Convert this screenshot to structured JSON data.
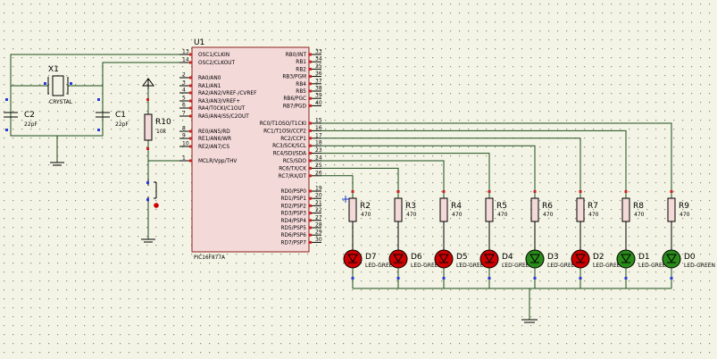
{
  "colors": {
    "background": "#f4f4e6",
    "grid_dot": "#8a8a70",
    "wire": "#1a4d1a",
    "chip_fill": "#f4d9d9",
    "chip_border": "#8b1f1f",
    "resistor_fill": "#f4d9d9",
    "led_red": "#cc0000",
    "led_green": "#2a8a1a",
    "pin_marker_blue": "#2a3ad8",
    "pin_marker_red": "#d02020"
  },
  "mcu": {
    "ref": "U1",
    "part": "PIC16F877A",
    "left_pins": [
      {
        "num": "13",
        "label": "OSC1/CLKIN"
      },
      {
        "num": "14",
        "label": "OSC2/CLKOUT"
      },
      {
        "num": "2",
        "label": "RA0/AN0"
      },
      {
        "num": "3",
        "label": "RA1/AN1"
      },
      {
        "num": "4",
        "label": "RA2/AN2/VREF-/CVREF"
      },
      {
        "num": "5",
        "label": "RA3/AN3/VREF+"
      },
      {
        "num": "6",
        "label": "RA4/T0CKI/C1OUT"
      },
      {
        "num": "7",
        "label": "RA5/AN4/SS/C2OUT"
      },
      {
        "num": "8",
        "label": "RE0/AN5/RD"
      },
      {
        "num": "9",
        "label": "RE1/AN6/WR"
      },
      {
        "num": "10",
        "label": "RE2/AN7/CS"
      },
      {
        "num": "1",
        "label": "MCLR/Vpp/THV"
      }
    ],
    "right_pins": [
      {
        "num": "33",
        "label": "RB0/INT"
      },
      {
        "num": "34",
        "label": "RB1"
      },
      {
        "num": "35",
        "label": "RB2"
      },
      {
        "num": "36",
        "label": "RB3/PGM"
      },
      {
        "num": "37",
        "label": "RB4"
      },
      {
        "num": "38",
        "label": "RB5"
      },
      {
        "num": "39",
        "label": "RB6/PGC"
      },
      {
        "num": "40",
        "label": "RB7/PGD"
      },
      {
        "num": "15",
        "label": "RC0/T1OSO/T1CKI"
      },
      {
        "num": "16",
        "label": "RC1/T1OSI/CCP2"
      },
      {
        "num": "17",
        "label": "RC2/CCP1"
      },
      {
        "num": "18",
        "label": "RC3/SCK/SCL"
      },
      {
        "num": "23",
        "label": "RC4/SDI/SDA"
      },
      {
        "num": "24",
        "label": "RC5/SDO"
      },
      {
        "num": "25",
        "label": "RC6/TX/CK"
      },
      {
        "num": "26",
        "label": "RC7/RX/DT"
      },
      {
        "num": "19",
        "label": "RD0/PSP0"
      },
      {
        "num": "20",
        "label": "RD1/PSP1"
      },
      {
        "num": "21",
        "label": "RD2/PSP2"
      },
      {
        "num": "22",
        "label": "RD3/PSP3"
      },
      {
        "num": "27",
        "label": "RD4/PSP4"
      },
      {
        "num": "28",
        "label": "RD5/PSP5"
      },
      {
        "num": "29",
        "label": "RD6/PSP6"
      },
      {
        "num": "30",
        "label": "RD7/PSP7"
      }
    ]
  },
  "crystal": {
    "ref": "X1",
    "value": "CRYSTAL"
  },
  "caps": [
    {
      "ref": "C2",
      "value": "22pF"
    },
    {
      "ref": "C1",
      "value": "22pF"
    }
  ],
  "r10": {
    "ref": "R10",
    "value": "10k"
  },
  "resistors": [
    {
      "ref": "R2",
      "value": "470"
    },
    {
      "ref": "R3",
      "value": "470"
    },
    {
      "ref": "R4",
      "value": "470"
    },
    {
      "ref": "R5",
      "value": "470"
    },
    {
      "ref": "R6",
      "value": "470"
    },
    {
      "ref": "R7",
      "value": "470"
    },
    {
      "ref": "R8",
      "value": "470"
    },
    {
      "ref": "R9",
      "value": "470"
    }
  ],
  "leds": [
    {
      "ref": "D7",
      "type": "LED-GREEN",
      "lit": true
    },
    {
      "ref": "D6",
      "type": "LED-GREEN",
      "lit": true
    },
    {
      "ref": "D5",
      "type": "LED-GREEN",
      "lit": true
    },
    {
      "ref": "D4",
      "type": "LED-GREEN",
      "lit": true
    },
    {
      "ref": "D3",
      "type": "LED-GREEN",
      "lit": false
    },
    {
      "ref": "D2",
      "type": "LED-GREEN",
      "lit": true
    },
    {
      "ref": "D1",
      "type": "LED-GREEN",
      "lit": false
    },
    {
      "ref": "D0",
      "type": "LED-GREEN",
      "lit": false
    }
  ]
}
